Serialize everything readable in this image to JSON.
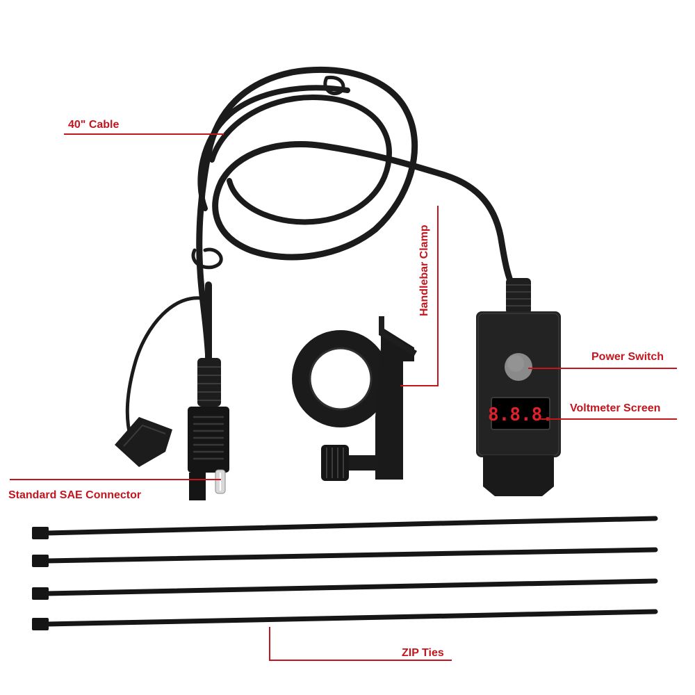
{
  "labels": {
    "cable": "40\" Cable",
    "handlebar_clamp": "Handlebar Clamp",
    "power_switch": "Power Switch",
    "voltmeter_screen": "Voltmeter Screen",
    "sae_connector": "Standard SAE Connector",
    "zip_ties": "ZIP Ties"
  },
  "display": {
    "digits": "8.8.8."
  },
  "colors": {
    "callout": "#c2151e",
    "cable": "#1b1b1b",
    "housing": "#232323",
    "button": "#8a8a8a",
    "screen": "#000000",
    "digit": "#e0202a"
  }
}
